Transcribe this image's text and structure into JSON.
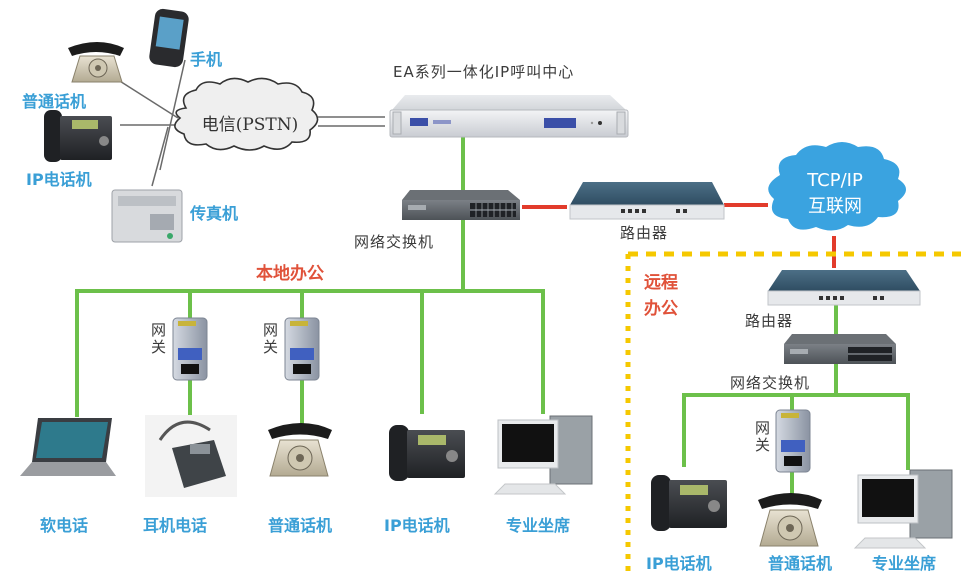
{
  "title": "EA系列一体化IP呼叫中心",
  "colors": {
    "lan_line": "#6cc04a",
    "wan_line": "#e23b2b",
    "remote_border": "#f5c800",
    "label_blue": "#3a9fd6",
    "label_red": "#e0523a",
    "cloud_pstn": "#eeeeee",
    "cloud_internet": "#3aa3e0"
  },
  "pstn": {
    "cloud_label": "电信(PSTN)",
    "devices": [
      {
        "label": "手机",
        "icon": "mobile-phone-icon"
      },
      {
        "label": "普通话机",
        "icon": "rotary-phone-icon"
      },
      {
        "label": "IP电话机",
        "icon": "ip-phone-icon"
      },
      {
        "label": "传真机",
        "icon": "fax-machine-icon"
      }
    ]
  },
  "core": {
    "server_label": "EA系列一体化IP呼叫中心",
    "switch_label": "网络交换机",
    "router_label": "路由器"
  },
  "internet": {
    "line1": "TCP/IP",
    "line2": "互联网"
  },
  "local_office": {
    "title": "本地办公",
    "gateway_label": "网关",
    "devices": [
      {
        "label": "软电话",
        "icon": "laptop-icon"
      },
      {
        "label": "耳机电话",
        "icon": "headset-phone-icon"
      },
      {
        "label": "普通话机",
        "icon": "rotary-phone-icon"
      },
      {
        "label": "IP电话机",
        "icon": "ip-phone-icon"
      },
      {
        "label": "专业坐席",
        "icon": "desktop-computer-icon"
      }
    ]
  },
  "remote_office": {
    "title_line1": "远程",
    "title_line2": "办公",
    "router_label": "路由器",
    "switch_label": "网络交换机",
    "gateway_label": "网关",
    "devices": [
      {
        "label": "IP电话机",
        "icon": "ip-phone-icon"
      },
      {
        "label": "普通话机",
        "icon": "rotary-phone-icon"
      },
      {
        "label": "专业坐席",
        "icon": "desktop-computer-icon"
      }
    ]
  }
}
